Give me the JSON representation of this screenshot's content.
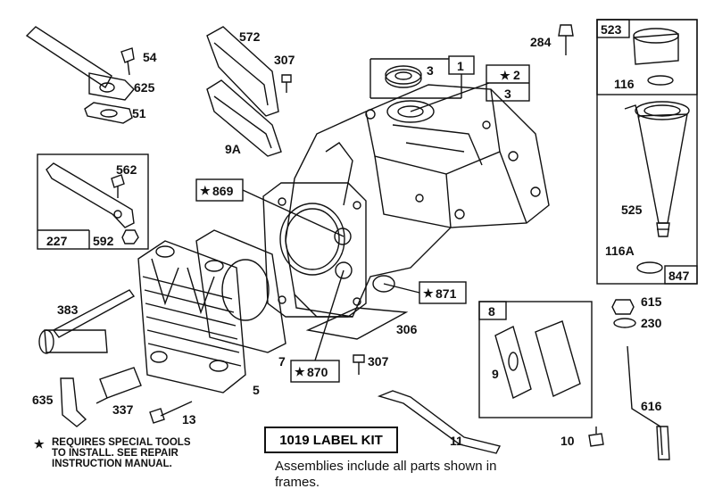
{
  "colors": {
    "ink": "#111111",
    "paper": "#ffffff",
    "shade": "#555555"
  },
  "labels": {
    "p54": "54",
    "p625": "625",
    "p51": "51",
    "p572": "572",
    "p307a": "307",
    "p9A": "9A",
    "p562": "562",
    "p227": "227",
    "p592": "592",
    "p869": "869",
    "p383": "383",
    "p635": "635",
    "p337": "337",
    "p13": "13",
    "p5": "5",
    "p7": "7",
    "p870": "870",
    "p307b": "307",
    "p306": "306",
    "p871": "871",
    "p3a": "3",
    "p1": "1",
    "p2": "2",
    "p3b": "3",
    "p284": "284",
    "p523": "523",
    "p116": "116",
    "p525": "525",
    "p116A": "116A",
    "p847": "847",
    "p615": "615",
    "p230": "230",
    "p616": "616",
    "p8": "8",
    "p9": "9",
    "p11": "11",
    "p10": "10"
  },
  "star": "★",
  "kit_label": "1019 LABEL KIT",
  "notes": {
    "special_tools": [
      "REQUIRES SPECIAL TOOLS",
      "TO INSTALL.  SEE REPAIR",
      "INSTRUCTION MANUAL."
    ],
    "assemblies": [
      "Assemblies include all parts shown in",
      "frames."
    ]
  }
}
